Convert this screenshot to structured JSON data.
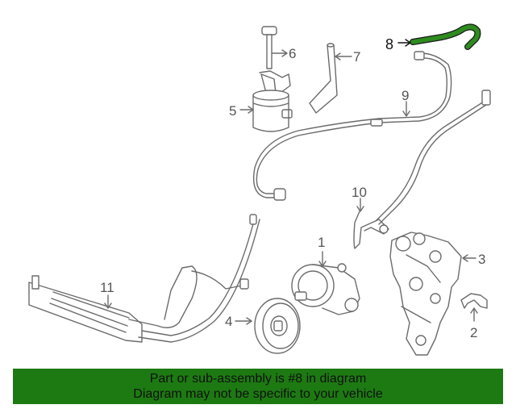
{
  "diagram": {
    "callouts": [
      "1",
      "2",
      "3",
      "4",
      "5",
      "6",
      "7",
      "8",
      "9",
      "10",
      "11"
    ],
    "highlight_part": "8",
    "highlight_color": "#2e8b1f",
    "line_color": "#6b6b6b"
  },
  "banner": {
    "line1": "Part or sub-assembly is #8 in diagram",
    "line2": "Diagram may not be specific to your vehicle",
    "background": "#1d7a12"
  }
}
